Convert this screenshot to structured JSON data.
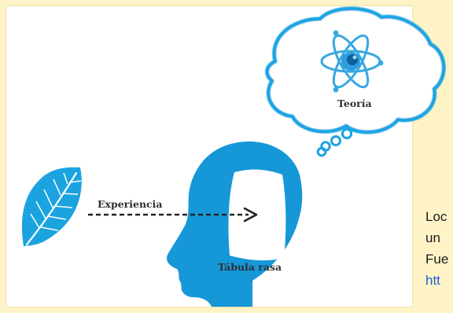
{
  "diagram": {
    "labels": {
      "theory": "Teoría",
      "experience": "Experiencia",
      "blank_slate": "Tábula rasa"
    },
    "icons": {
      "leaf": "leaf-icon",
      "atom": "atom-icon",
      "head": "head-silhouette-icon",
      "thought_bubble": "thought-bubble-icon",
      "arrow": "arrow-right-icon"
    },
    "colors": {
      "head_blue": "#1597d8",
      "leaf_blue": "#1ba3df",
      "bubble_outline": "#1da4e3",
      "atom_blue": "#37a8e1",
      "arrow": "#222222",
      "page_background": "#fdf3c6",
      "panel_background": "#ffffff"
    }
  },
  "caption": {
    "lines": [
      "Loc",
      "un ",
      "Fue",
      "htt"
    ]
  }
}
